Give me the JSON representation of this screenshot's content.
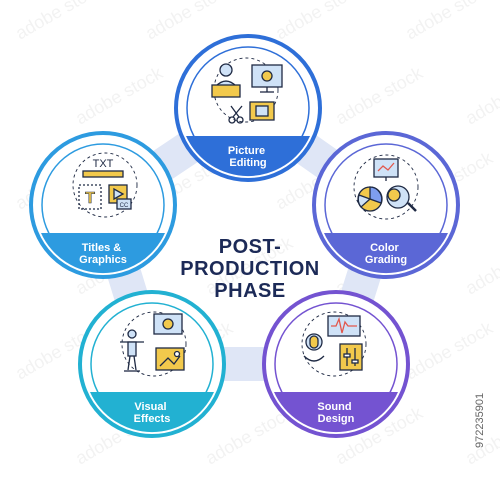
{
  "title_lines": [
    "POST-",
    "PRODUCTION",
    "PHASE"
  ],
  "stock_id": "972235901",
  "watermark_text": "adobe stock",
  "colors": {
    "title": "#1c2a57",
    "bridge": "#dfe6f6",
    "outline": "#1f2a44",
    "blue": "#2f73d8",
    "cyan": "#2fb6d6",
    "purple": "#7258d1",
    "yellow": "#f2c94c",
    "lightblue": "#cfe2f7"
  },
  "stages": [
    {
      "id": "picture-editing",
      "label_lines": [
        "Picture",
        "Editing"
      ],
      "ring": "#2e6fd8",
      "label_bg": "#2e6fd8"
    },
    {
      "id": "color-grading",
      "label_lines": [
        "Color",
        "Grading"
      ],
      "ring": "#5b67d6",
      "label_bg": "#5b67d6"
    },
    {
      "id": "sound-design",
      "label_lines": [
        "Sound",
        "Design"
      ],
      "ring": "#7453d1",
      "label_bg": "#7453d1"
    },
    {
      "id": "visual-effects",
      "label_lines": [
        "Visual",
        "Effects"
      ],
      "ring": "#22b1d2",
      "label_bg": "#22b1d2"
    },
    {
      "id": "titles-graphics",
      "label_lines": [
        "Titles &",
        "Graphics"
      ],
      "ring": "#2d9be0",
      "label_bg": "#2d9be0"
    }
  ],
  "icon_text": {
    "txt": "TXT",
    "t": "T",
    "cc": "CC"
  }
}
